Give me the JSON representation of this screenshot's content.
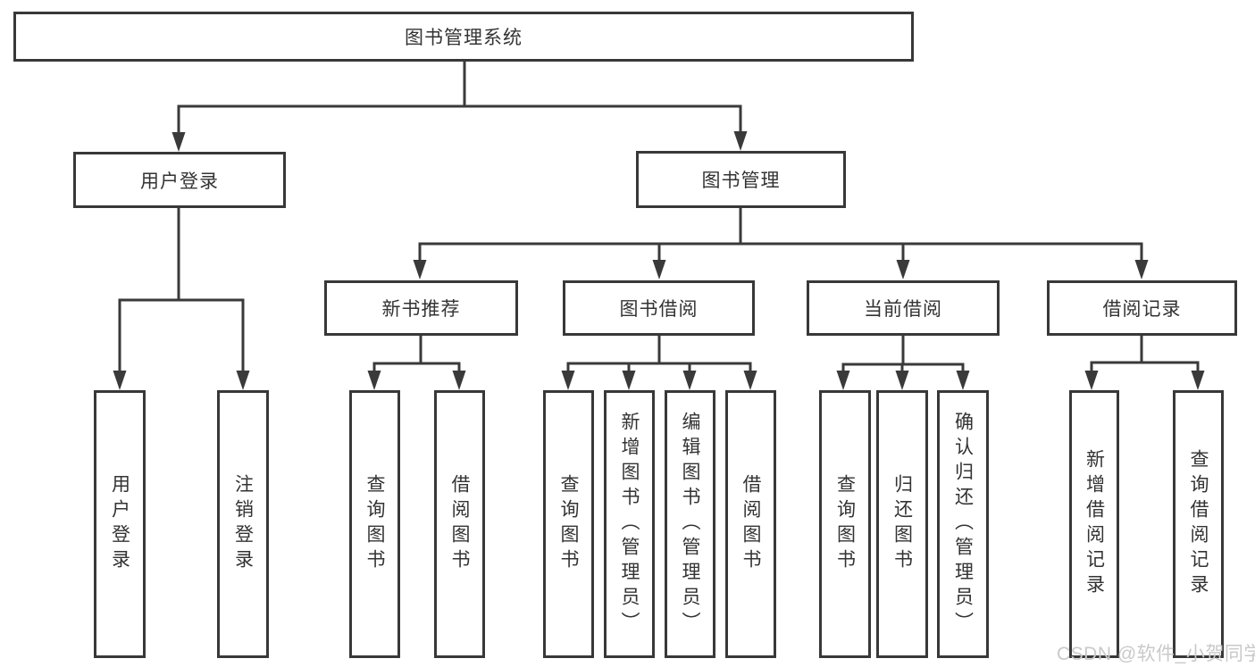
{
  "tree": {
    "label": "图书管理系统",
    "children": [
      {
        "label": "用户登录",
        "children": [
          {
            "label": "用户登录"
          },
          {
            "label": "注销登录"
          }
        ]
      },
      {
        "label": "图书管理",
        "children": [
          {
            "label": "新书推荐",
            "children": [
              {
                "label": "查询图书"
              },
              {
                "label": "借阅图书"
              }
            ]
          },
          {
            "label": "图书借阅",
            "children": [
              {
                "label": "查询图书"
              },
              {
                "label": "新增图书（管理员）"
              },
              {
                "label": "编辑图书（管理员）"
              },
              {
                "label": "借阅图书"
              }
            ]
          },
          {
            "label": "当前借阅",
            "children": [
              {
                "label": "查询图书"
              },
              {
                "label": "归还图书"
              },
              {
                "label": "确认归还（管理员）"
              }
            ]
          },
          {
            "label": "借阅记录",
            "children": [
              {
                "label": "新增借阅记录"
              },
              {
                "label": "查询借阅记录"
              }
            ]
          }
        ]
      }
    ]
  },
  "watermark": {
    "text": "CSDN @软件_小贺同学"
  },
  "colors": {
    "line": "#3a3a3a",
    "border": "#383838",
    "text": "#333333",
    "watermark": "#c9c9c9",
    "background": "#ffffff"
  }
}
